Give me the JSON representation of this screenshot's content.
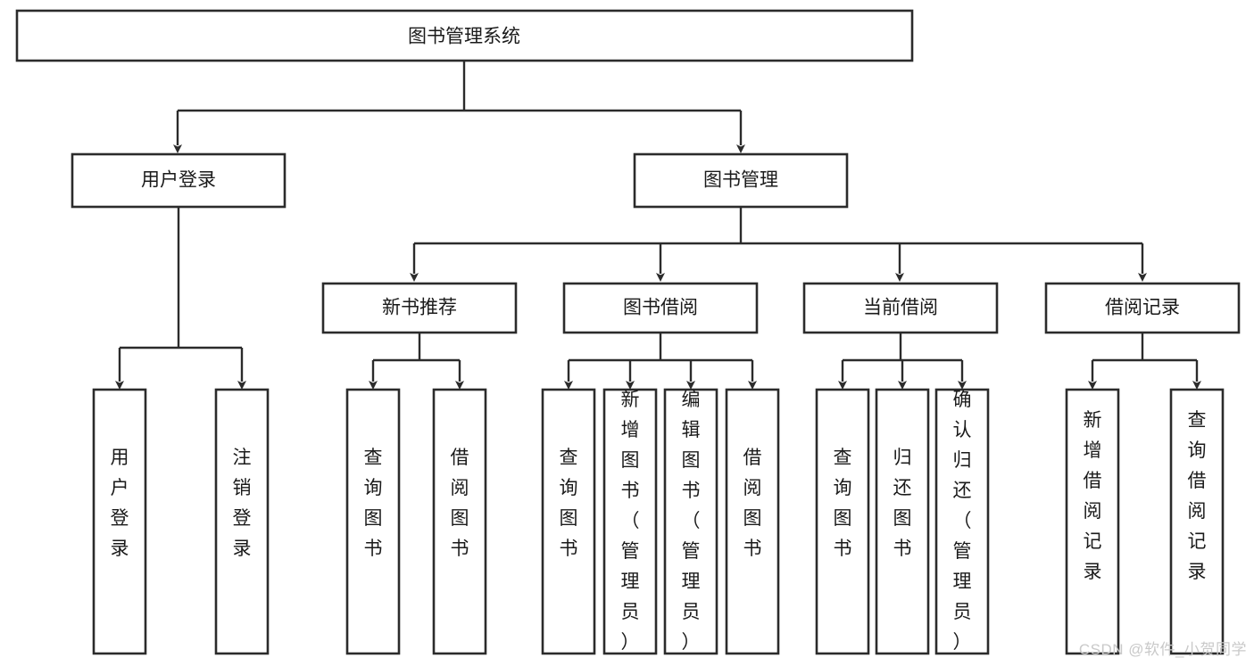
{
  "diagram": {
    "title": "图书管理系统",
    "type": "hierarchy-tree",
    "colors": {
      "box_stroke": "#2b2b2b",
      "box_fill": "#ffffff",
      "connector": "#2b2b2b",
      "text": "#1a1a1a",
      "background": "#ffffff",
      "watermark": "#c9c9c9"
    },
    "root": {
      "label": "图书管理系统"
    },
    "level2": [
      {
        "label": "用户登录"
      },
      {
        "label": "图书管理"
      }
    ],
    "level3": [
      {
        "label": "新书推荐"
      },
      {
        "label": "图书借阅"
      },
      {
        "label": "当前借阅"
      },
      {
        "label": "借阅记录"
      }
    ],
    "leaves": {
      "user_login": [
        {
          "label": "用户登录"
        },
        {
          "label": "注销登录"
        }
      ],
      "new_book_recommend": [
        {
          "label": "查询图书"
        },
        {
          "label": "借阅图书"
        }
      ],
      "book_borrow": [
        {
          "label": "查询图书"
        },
        {
          "label": "新增图书（管理员）"
        },
        {
          "label": "编辑图书（管理员）"
        },
        {
          "label": "借阅图书"
        }
      ],
      "current_borrow": [
        {
          "label": "查询图书"
        },
        {
          "label": "归还图书"
        },
        {
          "label": "确认归还（管理员）"
        }
      ],
      "borrow_record": [
        {
          "label": "新增借阅记录"
        },
        {
          "label": "查询借阅记录"
        }
      ]
    }
  },
  "watermark": {
    "text": "CSDN @软件_小贺同学"
  }
}
